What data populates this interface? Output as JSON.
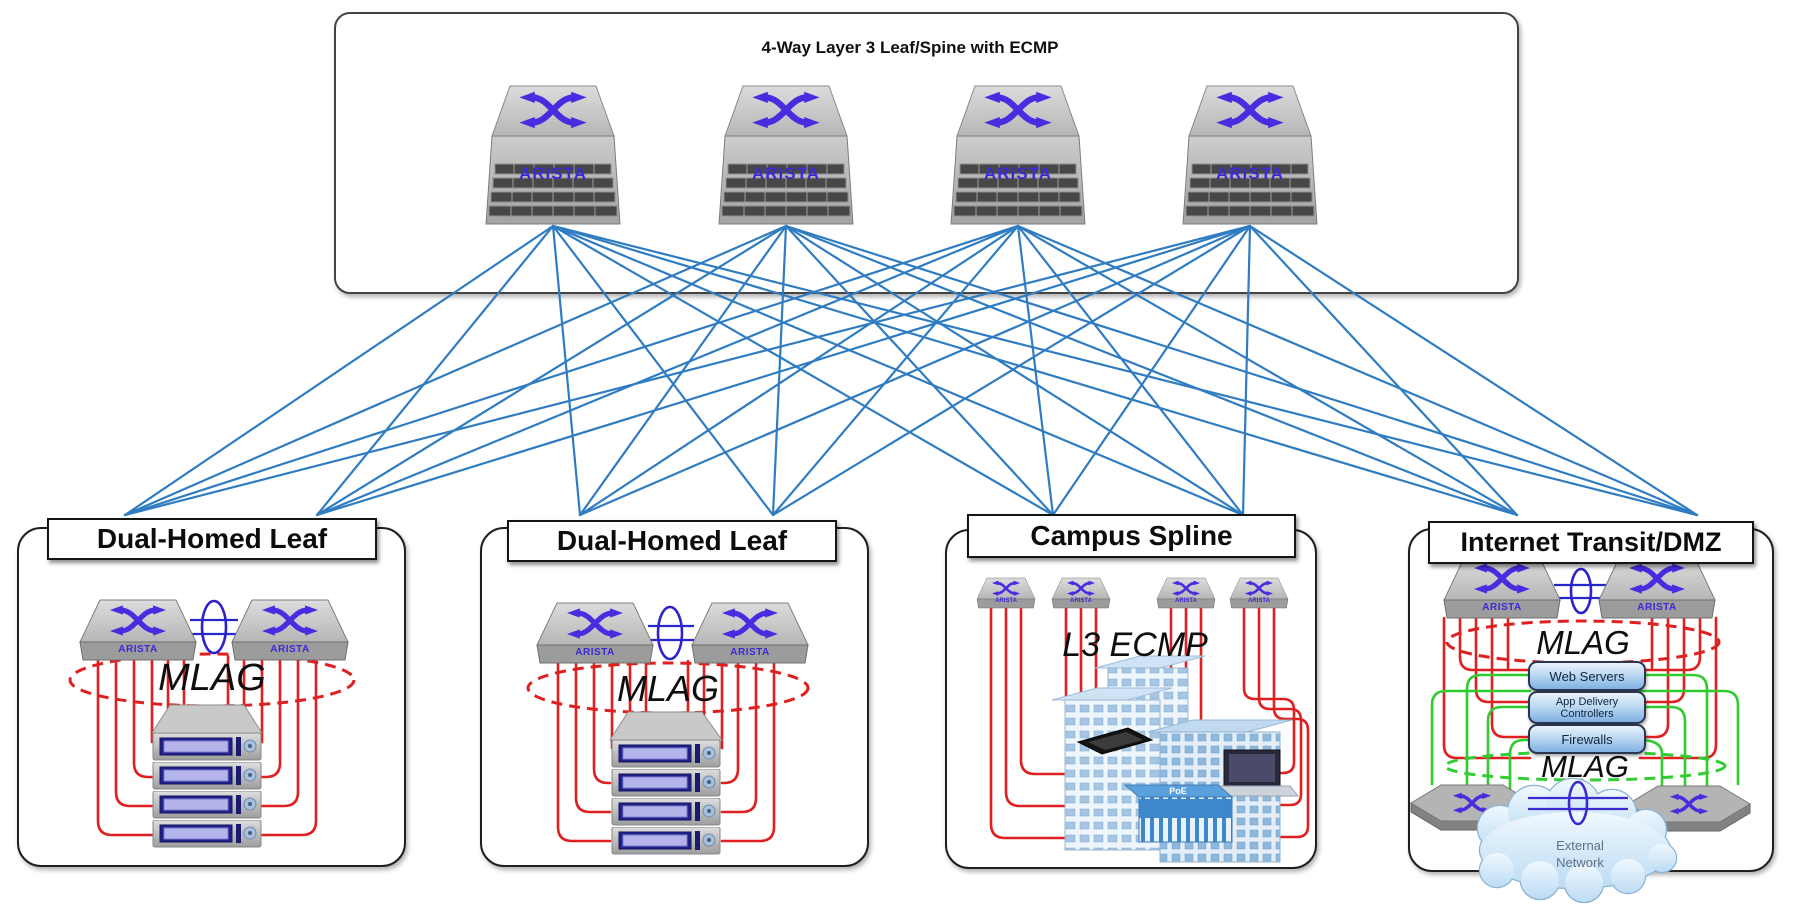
{
  "spine_panel": {
    "title": "4-Way Layer 3 Leaf/Spine with ECMP",
    "switch_count": 4
  },
  "brand": {
    "label": "ARISTA"
  },
  "groups": {
    "leaf1": {
      "title": "Dual-Homed Leaf",
      "mlag_label": "MLAG",
      "server_count": 4
    },
    "leaf2": {
      "title": "Dual-Homed Leaf",
      "mlag_label": "MLAG",
      "server_count": 4
    },
    "campus": {
      "title": "Campus Spline",
      "ecmp_label": "L3 ECMP",
      "poe_label": "PoE",
      "switch_count": 4
    },
    "dmz": {
      "title": "Internet Transit/DMZ",
      "mlag_top_label": "MLAG",
      "mlag_bottom_label": "MLAG",
      "pills": {
        "web": "Web Servers",
        "adc_line1": "App Delivery",
        "adc_line2": "Controllers",
        "firewalls": "Firewalls"
      },
      "cloud": {
        "line1": "External",
        "line2": "Network"
      }
    }
  },
  "colors": {
    "link_blue": "#2F7CC2",
    "cable_red": "#E02020",
    "cable_green": "#2FCC2F",
    "peer_link_blue": "#2626CC",
    "brand_purple": "#4A2BE0",
    "mlag_red_dash": "#E02020",
    "mlag_green_dash": "#33CC33"
  }
}
